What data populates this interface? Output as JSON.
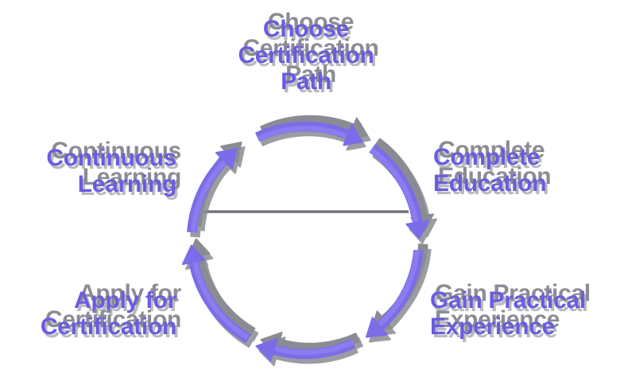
{
  "diagram": {
    "type": "cycle",
    "flow_direction": "clockwise",
    "arrow_segments": 6,
    "steps": [
      {
        "id": "choose-certification-path",
        "label": "Choose\nCertification\nPath",
        "position": "top"
      },
      {
        "id": "complete-education",
        "label": "Complete\nEducation",
        "position": "upper-right"
      },
      {
        "id": "gain-practical-experience",
        "label": "Gain Practical\nExperience",
        "position": "lower-right"
      },
      {
        "id": "apply-for-certification",
        "label": "Apply for\nCertification",
        "position": "lower-left"
      },
      {
        "id": "continuous-learning",
        "label": "Continuous\nLearning",
        "position": "upper-left"
      }
    ],
    "colors": {
      "arrow_purple": "#7B6CE8",
      "arrow_highlight": "#8B7DF0",
      "label_purple": "#6A5CE0",
      "sketch_shadow_gray": "#8B8B93",
      "divider_line_gray": "#73737D",
      "background": "#FFFFFF"
    }
  }
}
